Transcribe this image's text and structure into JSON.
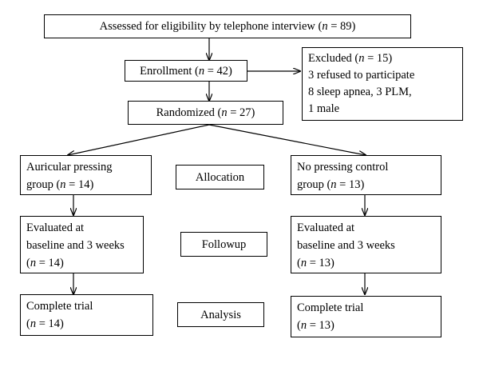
{
  "assessed": {
    "prefix": "Assessed for eligibility by telephone interview (",
    "n_var": "n",
    "suffix": " = 89)"
  },
  "enrollment": {
    "prefix": "Enrollment (",
    "n_var": "n",
    "suffix": " = 42)"
  },
  "excluded": {
    "line1_prefix": "Excluded (",
    "n_var": "n",
    "line1_suffix": " = 15)",
    "line2": "3 refused to participate",
    "line3": "8 sleep apnea, 3 PLM,",
    "line4": "1 male"
  },
  "randomized": {
    "prefix": "Randomized (",
    "n_var": "n",
    "suffix": " = 27)"
  },
  "stages": {
    "allocation": "Allocation",
    "followup": "Followup",
    "analysis": "Analysis"
  },
  "left_arm": {
    "allocation": {
      "line1": "Auricular pressing",
      "line2_prefix": "group (",
      "n_var": "n",
      "line2_suffix": " = 14)"
    },
    "followup": {
      "line1": "Evaluated at",
      "line2": "baseline and 3 weeks",
      "line3_prefix": "(",
      "n_var": "n",
      "line3_suffix": " = 14)"
    },
    "analysis": {
      "line1": "Complete trial",
      "line2_prefix": "(",
      "n_var": "n",
      "line2_suffix": " = 14)"
    }
  },
  "right_arm": {
    "allocation": {
      "line1": "No pressing control",
      "line2_prefix": "group (",
      "n_var": "n",
      "line2_suffix": " = 13)"
    },
    "followup": {
      "line1": "Evaluated at",
      "line2": "baseline and 3 weeks",
      "line3_prefix": "(",
      "n_var": "n",
      "line3_suffix": " = 13)"
    },
    "analysis": {
      "line1": "Complete trial",
      "line2_prefix": "(",
      "n_var": "n",
      "line2_suffix": " = 13)"
    }
  }
}
